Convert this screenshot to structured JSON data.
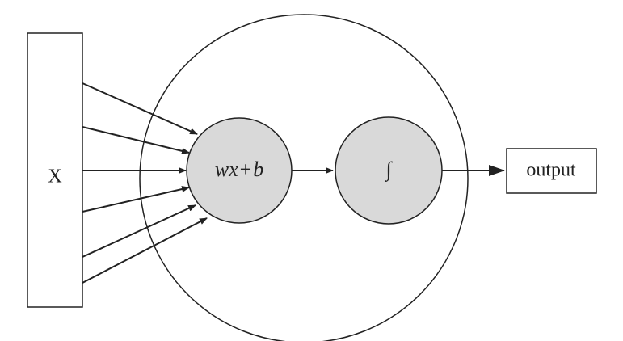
{
  "diagram": {
    "input_label": "X",
    "linear_node_label_w": "w",
    "linear_node_label_x": "x",
    "linear_node_label_plus": "+",
    "linear_node_label_b": "b",
    "activation_node_label": "∫",
    "output_label": "output"
  },
  "colors": {
    "stroke": "#222222",
    "node_fill": "#d9d9d9",
    "background": "#ffffff"
  },
  "input_arrow_count": 6
}
